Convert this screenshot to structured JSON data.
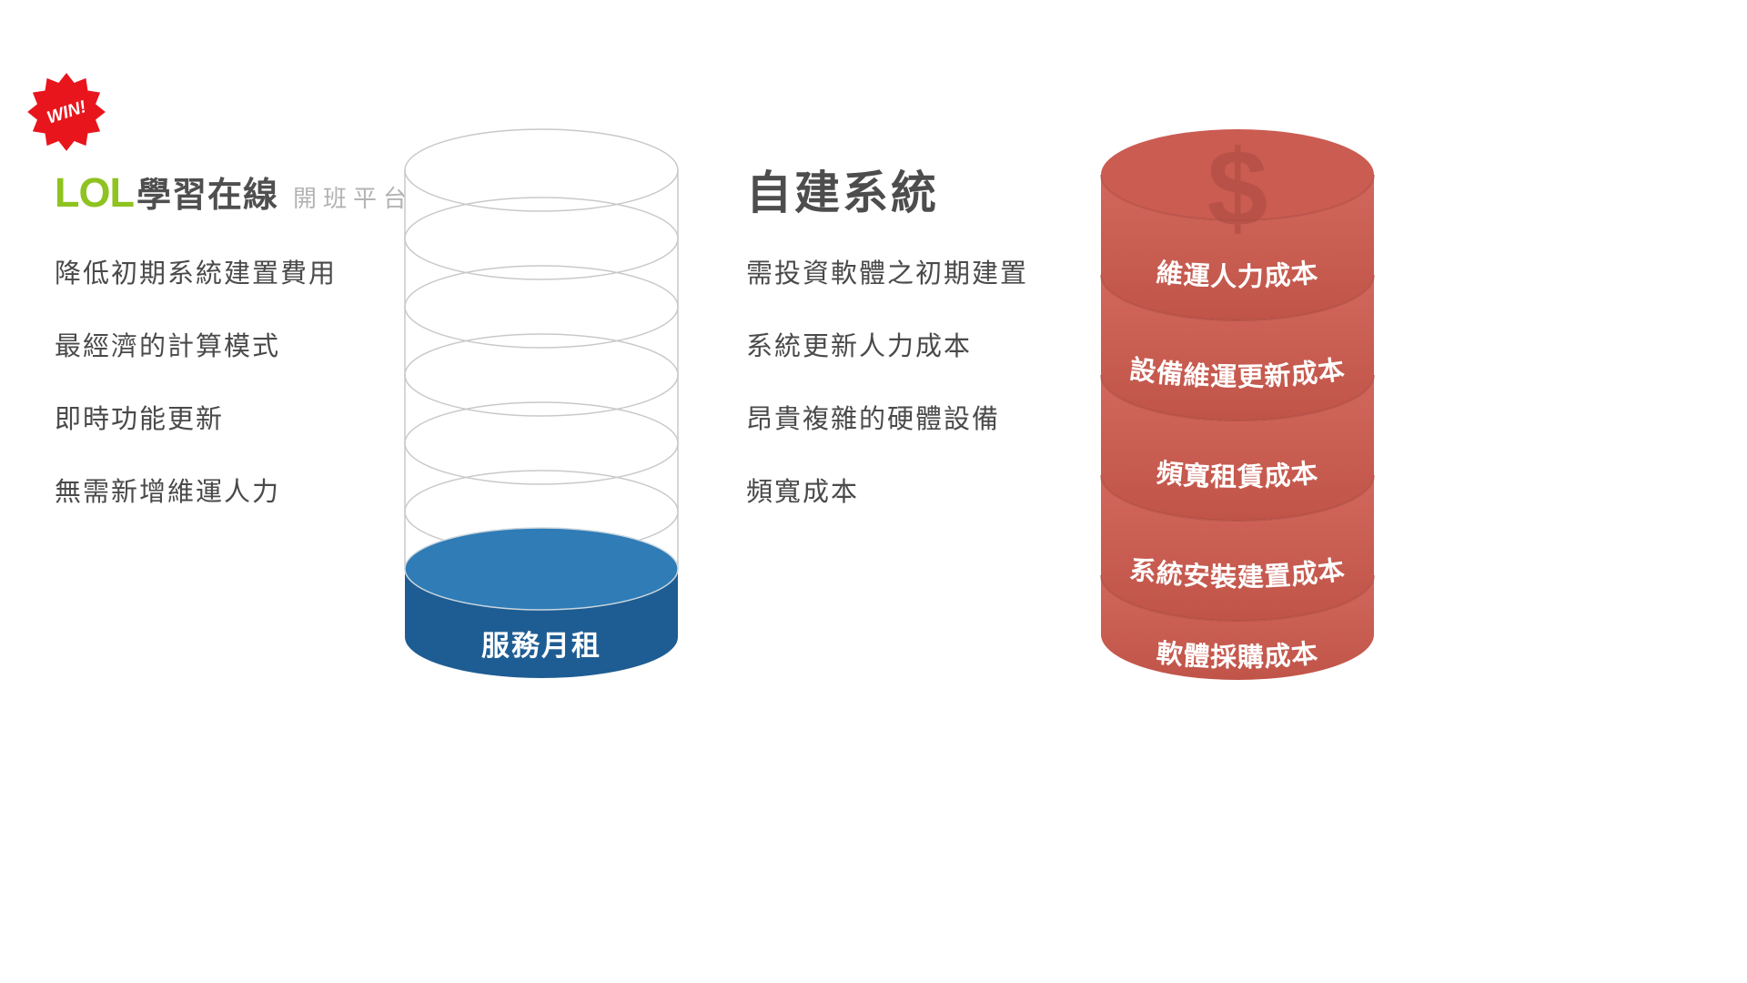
{
  "badge": {
    "label": "WIN!"
  },
  "brand": {
    "logo_green": "LOL",
    "logo_main": "學習在線",
    "logo_sub": "開班平台"
  },
  "left": {
    "features": [
      "降低初期系統建置費用",
      "最經濟的計算模式",
      "即時功能更新",
      "無需新增維運人力"
    ],
    "coin_label": "服務月租"
  },
  "right": {
    "title": "自建系統",
    "drawbacks": [
      "需投資軟體之初期建置",
      "系統更新人力成本",
      "昂貴複雜的硬體設備",
      "頻寬成本"
    ],
    "dollar_sign": "$",
    "coins": [
      "維運人力成本",
      "設備維運更新成本",
      "頻寬租賃成本",
      "系統安裝建置成本",
      "軟體採購成本"
    ]
  },
  "colors": {
    "brand_green": "#8ec320",
    "text_dark": "#4a4a4a",
    "text_light_gray": "#b3b3b3",
    "badge_red": "#e8151d",
    "blue_coin_top": "#2f7cb7",
    "blue_coin_side": "#1e5d93",
    "red_coin_light": "#d2675d",
    "red_coin_dark": "#c05448",
    "wireframe_gray": "#c9c9c9"
  }
}
